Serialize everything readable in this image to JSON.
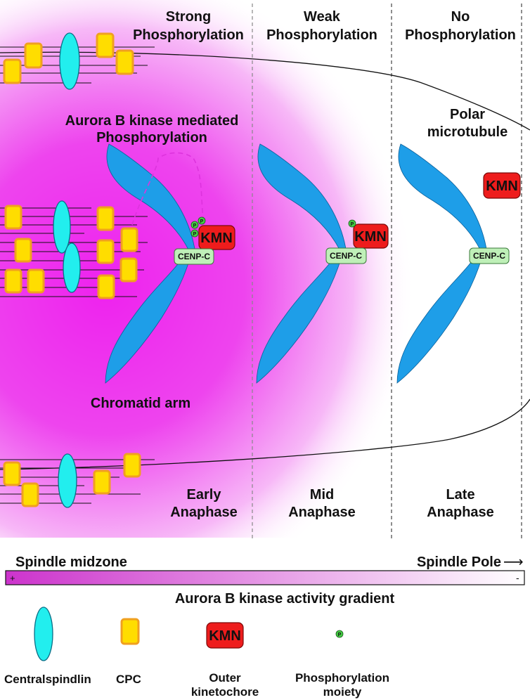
{
  "columns": [
    {
      "header_line1": "Strong",
      "header_line2": "Phosphorylation",
      "stage_line1": "Early",
      "stage_line2": "Anaphase"
    },
    {
      "header_line1": "Weak",
      "header_line2": "Phosphorylation",
      "stage_line1": "Mid",
      "stage_line2": "Anaphase"
    },
    {
      "header_line1": "No",
      "header_line2": "Phosphorylation",
      "stage_line1": "Late",
      "stage_line2": "Anaphase"
    }
  ],
  "labels": {
    "aurora_line1": "Aurora B kinase mediated",
    "aurora_line2": "Phosphorylation",
    "polar_line1": "Polar",
    "polar_line2": "microtubule",
    "chromatid_arm": "Chromatid arm",
    "kmn": "KMN",
    "cenp": "CENP-C",
    "p": "P"
  },
  "gradient_bar": {
    "left_label": "Spindle midzone",
    "right_label": "Spindle Pole",
    "arrow": "⟶",
    "plus": "+",
    "minus": "-",
    "title": "Aurora B kinase activity gradient",
    "start_color": "#cc33cc",
    "end_color": "#ffffff"
  },
  "legend": [
    {
      "label_line1": "Centralspindlin",
      "label_line2": ""
    },
    {
      "label_line1": "CPC",
      "label_line2": ""
    },
    {
      "label_line1": "Outer",
      "label_line2": "kinetochore"
    },
    {
      "label_line1": "Phosphorylation",
      "label_line2": "moiety"
    }
  ],
  "colors": {
    "gradient_center": "#ee22ee",
    "chromosome": "#1e9ee8",
    "centralspindlin": "#22eeee",
    "cpc_fill": "#ffdd00",
    "cpc_stroke": "#f0a020",
    "kmn_fill": "#ee1c1c",
    "cenp_fill": "#bff0b8",
    "phospho_fill": "#44cc44"
  }
}
